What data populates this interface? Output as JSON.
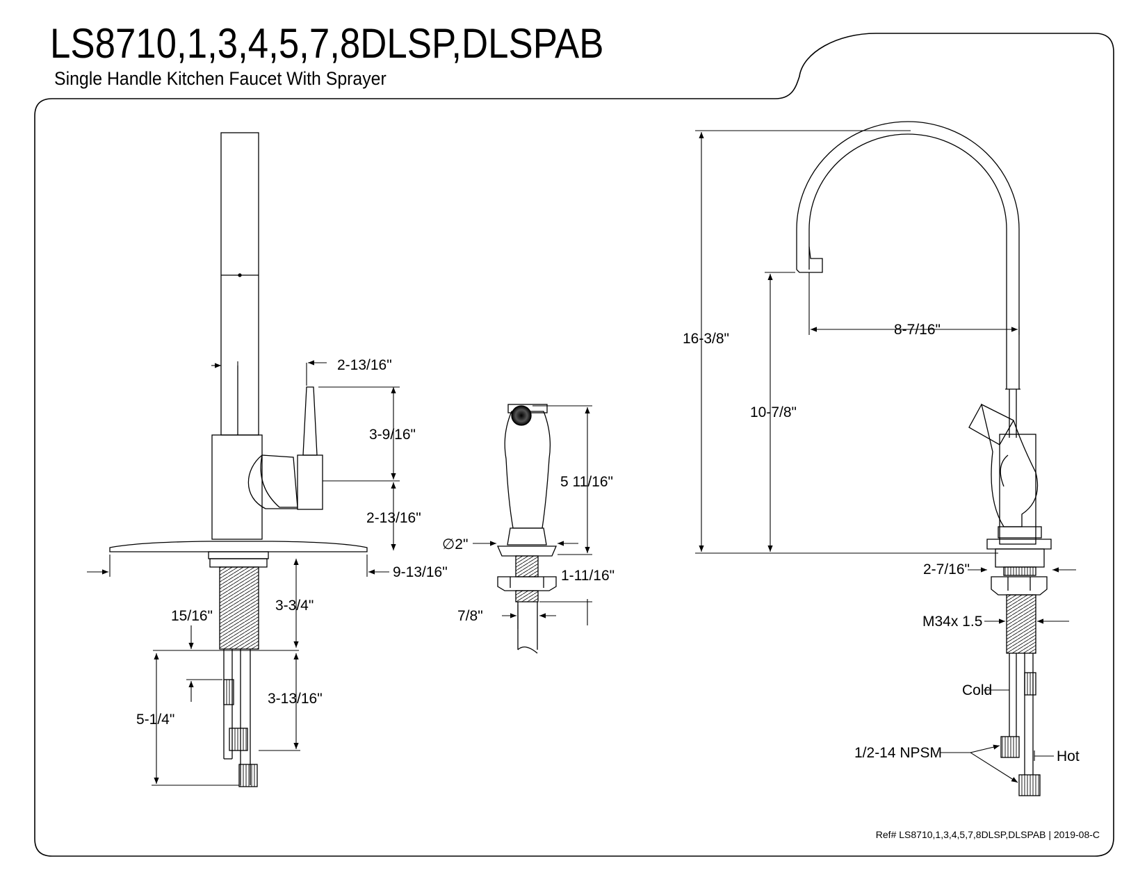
{
  "title": "LS8710,1,3,4,5,7,8DLSP,DLSPAB",
  "subtitle": "Single Handle Kitchen Faucet With Sprayer",
  "reference": "Ref# LS8710,1,3,4,5,7,8DLSP,DLSPAB | 2019-08-C",
  "front_view": {
    "dim_handle_offset": "2-13/16\"",
    "dim_handle_height": "3-9/16\"",
    "dim_body_height": "2-13/16\"",
    "dim_deck_plate": "9-13/16\"",
    "dim_shank_length": "3-3/4\"",
    "dim_supply_offset": "15/16\"",
    "dim_hose_length": "3-13/16\"",
    "dim_total_below": "5-1/4\""
  },
  "sprayer_view": {
    "dim_height": "5 11/16\"",
    "dim_base_diameter": "∅2\"",
    "dim_shank": "1-11/16\"",
    "dim_hole": "7/8\""
  },
  "side_view": {
    "dim_total_height": "16-3/8\"",
    "dim_spout_height": "10-7/8\"",
    "dim_spout_reach": "8-7/16\"",
    "dim_base": "2-7/16\"",
    "label_thread": "M34x 1.5",
    "label_cold": "Cold",
    "label_hot": "Hot",
    "label_npsm": "1/2-14 NPSM"
  }
}
